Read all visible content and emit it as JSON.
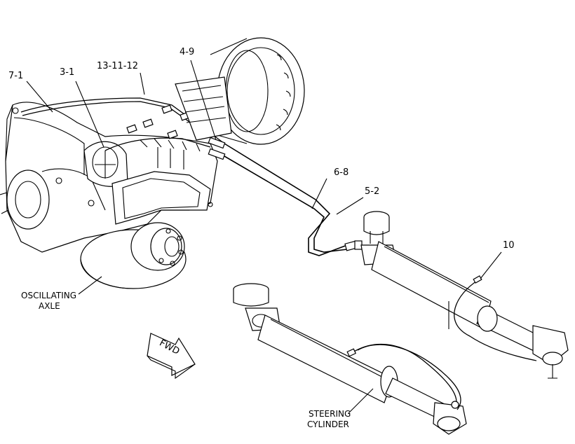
{
  "callouts": {
    "c_7_1": "7-1",
    "c_3_1": "3-1",
    "c_13_11_12": "13-11-12",
    "c_4_9": "4-9",
    "c_6_8": "6-8",
    "c_5_2": "5-2",
    "c_10": "10"
  },
  "labels": {
    "axle_line1": "OSCILLATING",
    "axle_line2": "AXLE",
    "steer_line1": "STEERING",
    "steer_line2": "CYLINDER",
    "fwd": "FWD"
  }
}
